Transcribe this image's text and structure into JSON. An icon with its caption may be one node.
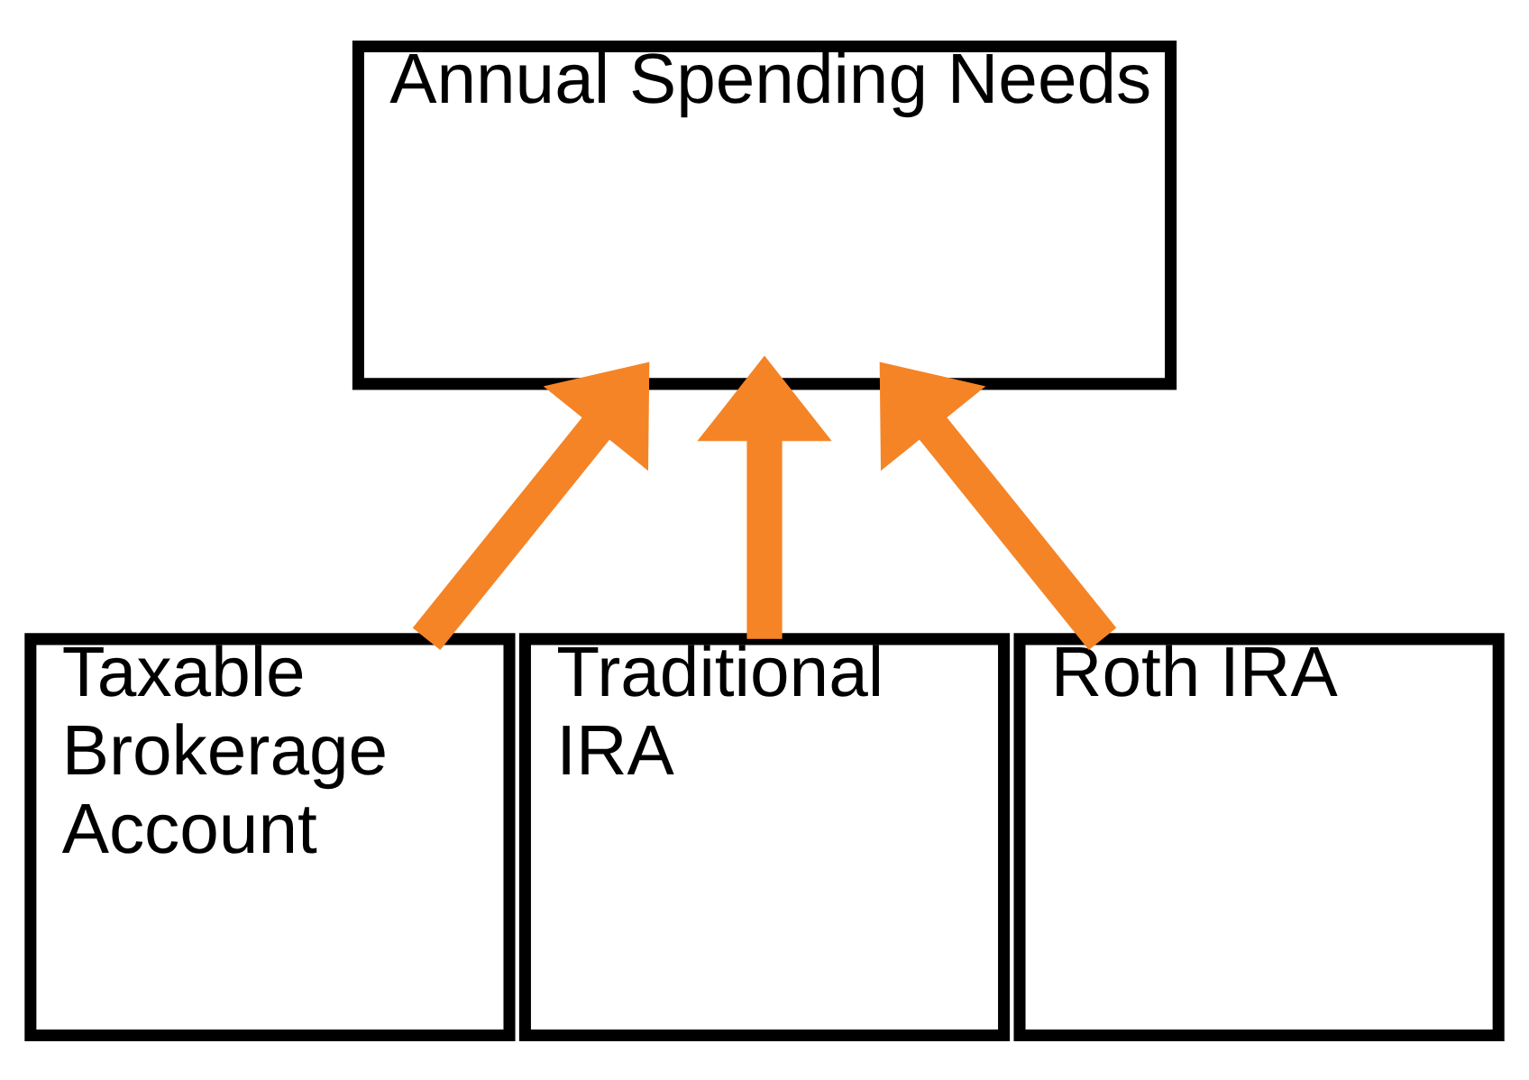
{
  "diagram": {
    "nodes": [
      {
        "text": [
          "Annual Spending Needs"
        ]
      },
      {
        "text": [
          "Taxable Brokerage Account"
        ]
      },
      {
        "text": [
          "Traditional IRA"
        ]
      },
      {
        "text": [
          "Roth IRA"
        ]
      }
    ],
    "edges": [
      {
        "from": 1,
        "to": 0,
        "arrow": "to",
        "color": "#f58426"
      },
      {
        "from": 2,
        "to": 0,
        "arrow": "to",
        "color": "#f58426"
      },
      {
        "from": 3,
        "to": 0,
        "arrow": "to",
        "color": "#f58426"
      }
    ]
  }
}
